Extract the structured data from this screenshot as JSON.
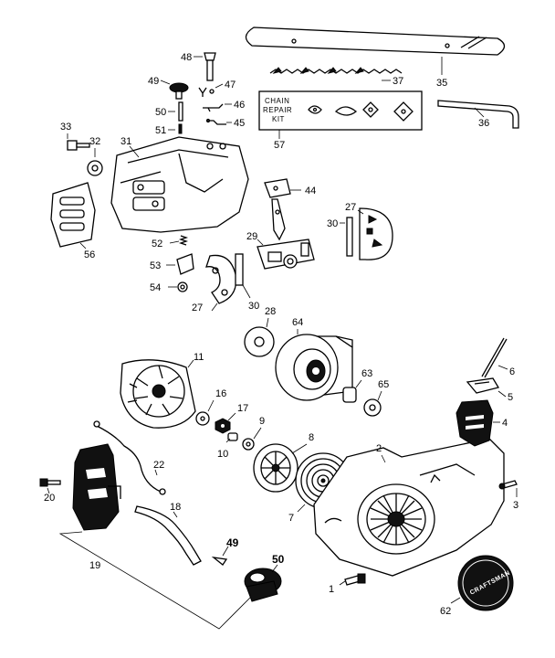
{
  "diagram": {
    "kit_label_lines": [
      "CHAIN",
      "REPAIR",
      "KIT"
    ],
    "brand_label": "CRAFTSMAN",
    "callouts": {
      "p1": "1",
      "p2": "2",
      "p3": "3",
      "p4": "4",
      "p5": "5",
      "p6": "6",
      "p7": "7",
      "p8": "8",
      "p9": "9",
      "p10": "10",
      "p11": "11",
      "p16": "16",
      "p17": "17",
      "p18": "18",
      "p19": "19",
      "p20": "20",
      "p22": "22",
      "p27a": "27",
      "p27b": "27",
      "p28": "28",
      "p29": "29",
      "p30a": "30",
      "p30b": "30",
      "p31": "31",
      "p32": "32",
      "p33": "33",
      "p35": "35",
      "p36": "36",
      "p37": "37",
      "p44": "44",
      "p45": "45",
      "p46": "46",
      "p47": "47",
      "p48": "48",
      "p49a": "49",
      "p49b": "49",
      "p50a": "50",
      "p50b": "50",
      "p51": "51",
      "p52": "52",
      "p53": "53",
      "p54": "54",
      "p56": "56",
      "p57": "57",
      "p62": "62",
      "p63": "63",
      "p64": "64",
      "p65": "65"
    },
    "icons": [
      "guide-bar-icon",
      "saw-chain-icon",
      "chain-repair-kit-icon",
      "hex-wrench-icon",
      "chain-guard-icon",
      "front-handle-icon",
      "starter-housing-icon",
      "flywheel-icon",
      "clutch-drum-icon",
      "ignition-module-icon",
      "craftsman-badge-icon",
      "spark-plug-boot-icon"
    ]
  }
}
